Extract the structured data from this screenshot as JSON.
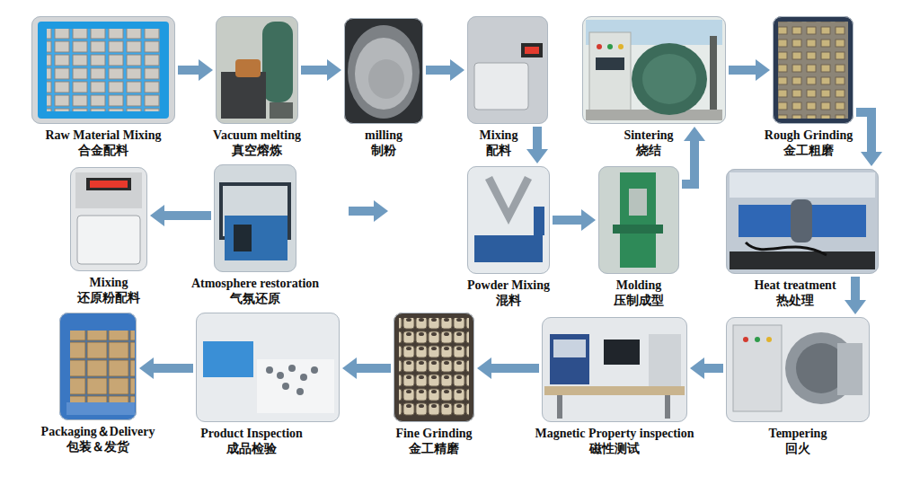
{
  "diagram": {
    "nodes": [
      {
        "text": [
          "Raw Material Mixing",
          "合金配料"
        ]
      },
      {
        "text": [
          "Vacuum melting",
          "真空熔炼"
        ]
      },
      {
        "text": [
          "milling",
          "制粉"
        ]
      },
      {
        "text": [
          "Mixing",
          "配料"
        ]
      },
      {
        "text": [
          "Sintering",
          "烧结"
        ]
      },
      {
        "text": [
          "Rough Grinding",
          "金工粗磨"
        ]
      },
      {
        "text": [
          "Mixing",
          "还原粉配料"
        ]
      },
      {
        "text": [
          "Atmosphere restoration",
          "气氛还原"
        ]
      },
      {
        "text": [
          "Powder Mixing",
          "混料"
        ]
      },
      {
        "text": [
          "Molding",
          "压制成型"
        ]
      },
      {
        "text": [
          "Heat treatment",
          "热处理"
        ]
      },
      {
        "text": [
          "Packaging＆Delivery",
          "包装＆发货"
        ]
      },
      {
        "text": [
          "Product Inspection",
          "成品检验"
        ]
      },
      {
        "text": [
          "Fine Grinding",
          "金工精磨"
        ]
      },
      {
        "text": [
          "Magnetic Property inspection",
          "磁性测试"
        ]
      },
      {
        "text": [
          "Tempering",
          "回火"
        ]
      }
    ],
    "edges": [
      {
        "from": 0,
        "to": 1,
        "arrow": "to"
      },
      {
        "from": 1,
        "to": 2,
        "arrow": "to"
      },
      {
        "from": 2,
        "to": 3,
        "arrow": "to"
      },
      {
        "from": 3,
        "to": 8,
        "arrow": "to"
      },
      {
        "from": 8,
        "to": 9,
        "arrow": "to"
      },
      {
        "from": 9,
        "to": 4,
        "arrow": "to"
      },
      {
        "from": 4,
        "to": 5,
        "arrow": "to"
      },
      {
        "from": 5,
        "to": 10,
        "arrow": "to"
      },
      {
        "from": 10,
        "to": 15,
        "arrow": "to"
      },
      {
        "from": 15,
        "to": 14,
        "arrow": "to"
      },
      {
        "from": 14,
        "to": 13,
        "arrow": "to"
      },
      {
        "from": 13,
        "to": 12,
        "arrow": "to"
      },
      {
        "from": 12,
        "to": 11,
        "arrow": "to"
      },
      {
        "from": 7,
        "to": 6,
        "arrow": "to"
      }
    ]
  }
}
